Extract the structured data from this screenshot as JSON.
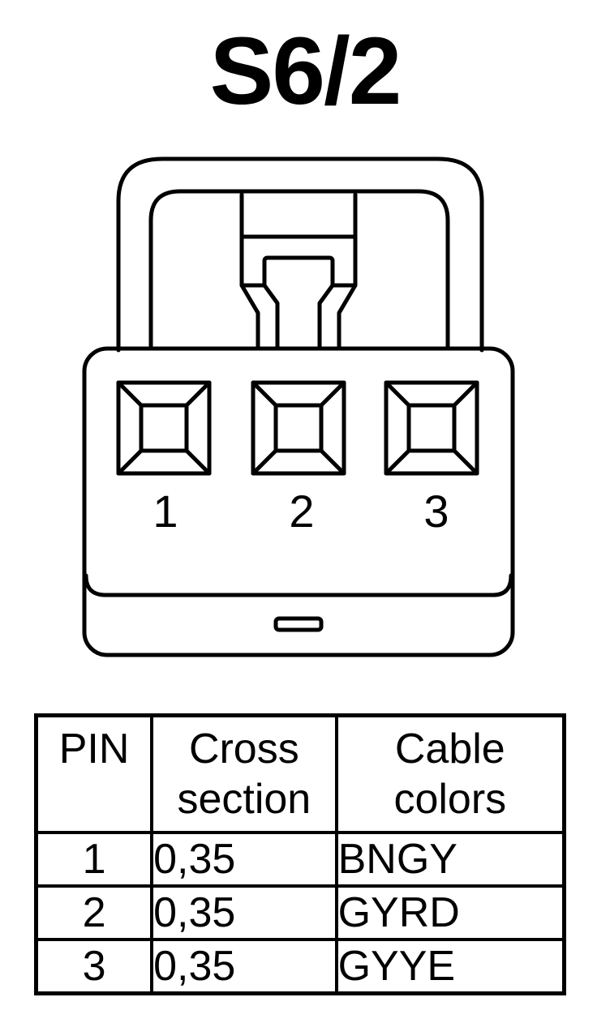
{
  "title": "S6/2",
  "connector": {
    "pin_labels": [
      "1",
      "2",
      "3"
    ]
  },
  "table": {
    "headers": {
      "pin": "PIN",
      "cross_line1": "Cross",
      "cross_line2": "section",
      "color_line1": "Cable",
      "color_line2": "colors"
    },
    "rows": [
      {
        "pin": "1",
        "cross_section": "0,35",
        "cable_color": "BNGY"
      },
      {
        "pin": "2",
        "cross_section": "0,35",
        "cable_color": "GYRD"
      },
      {
        "pin": "3",
        "cross_section": "0,35",
        "cable_color": "GYYE"
      }
    ]
  }
}
